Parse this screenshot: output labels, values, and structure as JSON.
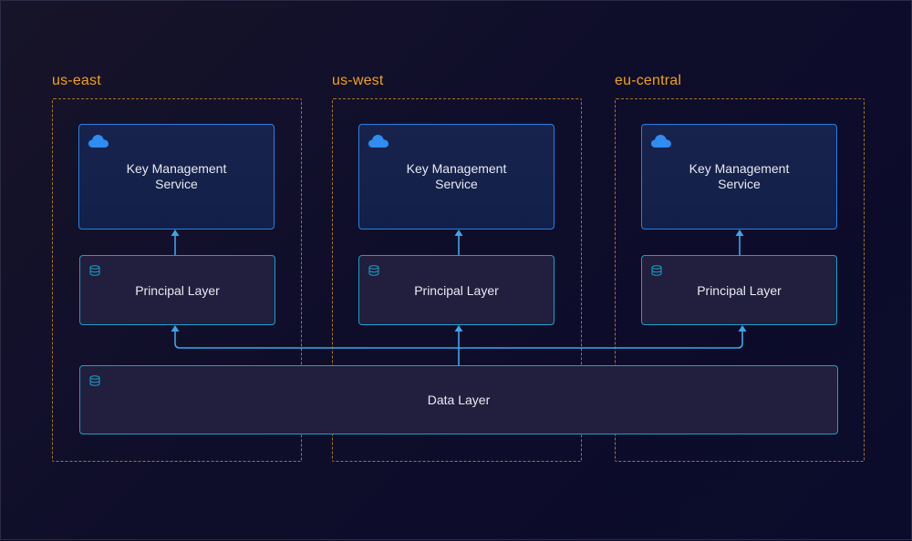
{
  "regions": [
    {
      "label": "us-east"
    },
    {
      "label": "us-west"
    },
    {
      "label": "eu-central"
    }
  ],
  "kms_title": "Key Management\nService",
  "kms_icon": "cloud-icon",
  "principal_layer_title": "Principal Layer",
  "principal_icon": "database-icon",
  "data_layer": {
    "title": "Data Layer",
    "icon": "database-icon"
  },
  "colors": {
    "background": "#0e0d2a",
    "region_label": "#f0a21b",
    "region_border": "#a8762b",
    "kms_border": "#2680e6",
    "layer_border": "#1aa0c8",
    "arrow": "#3aa7e8",
    "text": "#e8eaf2"
  }
}
